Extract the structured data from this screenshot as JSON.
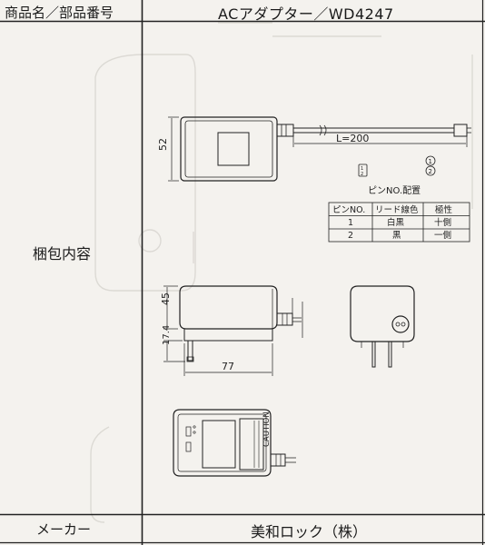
{
  "header": {
    "label": "商品名／部品番号",
    "model": "ACアダプター／WD4247"
  },
  "contents": {
    "label": "梱包内容"
  },
  "maker": {
    "label": "メーカー",
    "name": "美和ロック（株）"
  },
  "drawing": {
    "top_view": {
      "height_dim": "52",
      "cord_length": "L=200"
    },
    "pin": {
      "pin1": "1",
      "pin2": "2",
      "connector_top": "1",
      "connector_bottom": "2",
      "title": "ピンNO.配置"
    },
    "pin_table": {
      "headers": [
        "ピンNO.",
        "リード線色",
        "極性"
      ],
      "rows": [
        [
          "1",
          "白黒",
          "十側"
        ],
        [
          "2",
          "黒",
          "一側"
        ]
      ]
    },
    "side_view": {
      "body_height": "45",
      "plug_height": "17.4",
      "width": "77"
    },
    "label_view": {
      "caution": "CAUTION"
    }
  }
}
